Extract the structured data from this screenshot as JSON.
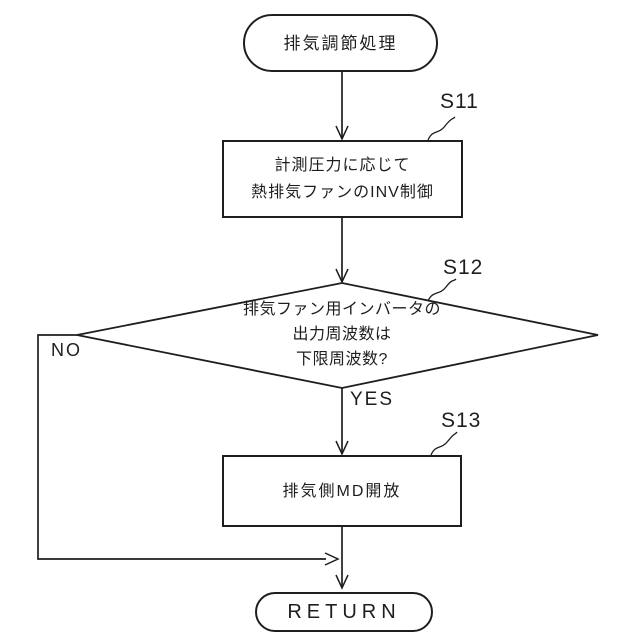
{
  "figure": {
    "type": "flowchart",
    "background_color": "#ffffff",
    "line_color": "#1e1e1e",
    "text_color": "#1e1e1e"
  },
  "nodes": {
    "start": {
      "shape": "terminator",
      "label": "排気調節処理"
    },
    "s11": {
      "shape": "process",
      "step_label": "S11",
      "lines": [
        "計測圧力に応じて",
        "熱排気ファンのINV制御"
      ]
    },
    "s12": {
      "shape": "decision",
      "step_label": "S12",
      "lines": [
        "排気ファン用インバータの",
        "出力周波数は",
        "下限周波数?"
      ]
    },
    "s13": {
      "shape": "process",
      "step_label": "S13",
      "label": "排気側MD開放"
    },
    "end": {
      "shape": "terminator",
      "label": "RETURN"
    }
  },
  "branch_labels": {
    "no": "NO",
    "yes": "YES"
  },
  "edges": [
    {
      "from": "start",
      "to": "s11"
    },
    {
      "from": "s11",
      "to": "s12"
    },
    {
      "from": "s12",
      "to": "s13",
      "label": "YES"
    },
    {
      "from": "s12",
      "to": "end",
      "label": "NO",
      "route": "left-side bypass merging above RETURN"
    },
    {
      "from": "s13",
      "to": "end"
    }
  ]
}
